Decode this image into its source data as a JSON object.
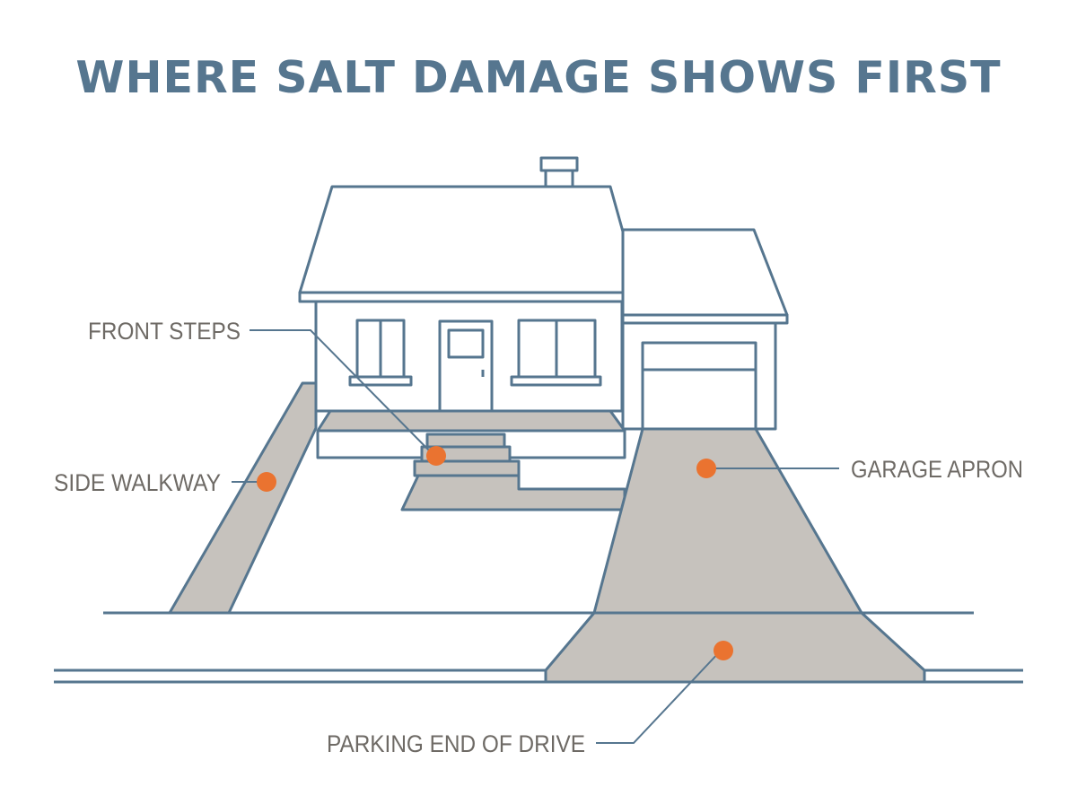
{
  "title": "WHERE SALT DAMAGE SHOWS FIRST",
  "labels": {
    "front_steps": "FRONT STEPS",
    "side_walkway": "SIDE WALKWAY",
    "garage_apron": "GARAGE APRON",
    "parking_end": "PARKING END OF DRIVE"
  },
  "colors": {
    "line": "#56768f",
    "pavement": "#c6c2bd",
    "marker": "#ea7330",
    "label_text": "#6e6a65"
  },
  "icons": {
    "marker": "orange-dot"
  }
}
